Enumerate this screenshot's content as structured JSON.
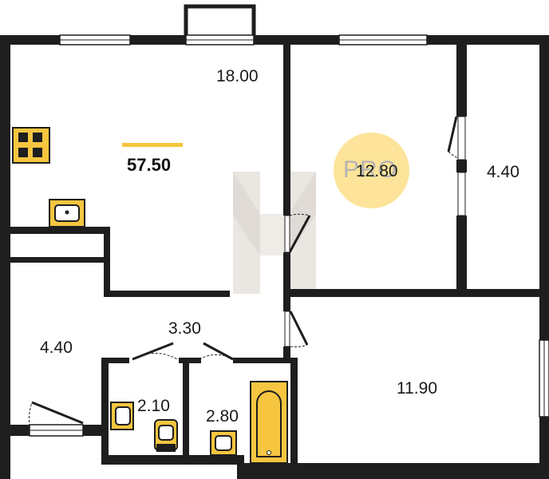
{
  "plan": {
    "total_area": "57.50",
    "badge_text": "PRO",
    "accent_color": "#f6c640",
    "wall_color": "#1e1e1e",
    "rooms": [
      {
        "id": "kitchen-living",
        "area": "18.00"
      },
      {
        "id": "bedroom",
        "area": "12.80"
      },
      {
        "id": "loggia",
        "area": "4.40"
      },
      {
        "id": "hallway",
        "area": "4.40"
      },
      {
        "id": "corridor",
        "area": "3.30"
      },
      {
        "id": "toilet",
        "area": "2.10"
      },
      {
        "id": "bathroom",
        "area": "2.80"
      },
      {
        "id": "bedroom-2",
        "area": "11.90"
      }
    ]
  }
}
